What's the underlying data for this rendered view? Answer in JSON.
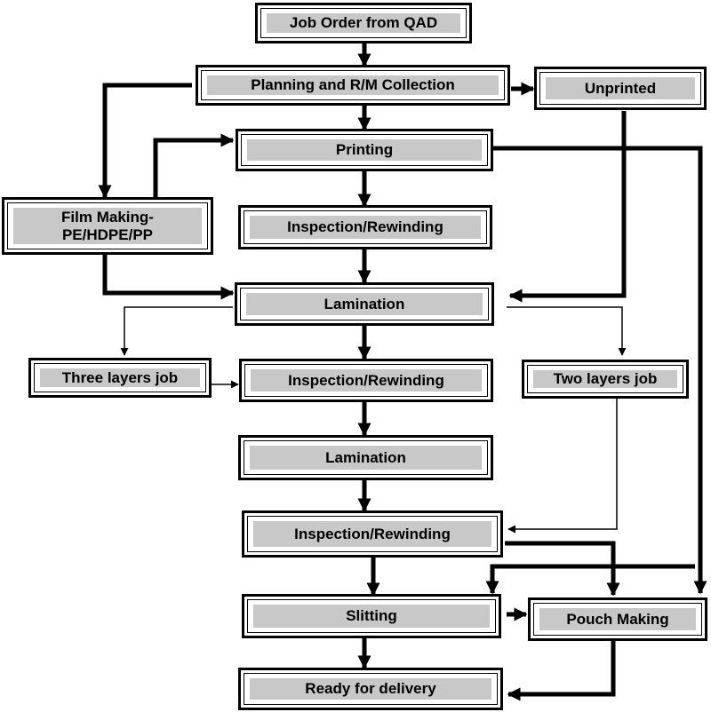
{
  "flowchart": {
    "job_order": "Job Order from QAD",
    "planning": "Planning and R/M Collection",
    "unprinted": "Unprinted",
    "printing": "Printing",
    "film_making": "Film Making-\nPE/HDPE/PP",
    "inspection_1": "Inspection/Rewinding",
    "lamination_1": "Lamination",
    "three_layers": "Three layers job",
    "inspection_2": "Inspection/Rewinding",
    "two_layers": "Two layers job",
    "lamination_2": "Lamination",
    "inspection_3": "Inspection/Rewinding",
    "slitting": "Slitting",
    "pouch_making": "Pouch Making",
    "ready": "Ready for delivery"
  }
}
